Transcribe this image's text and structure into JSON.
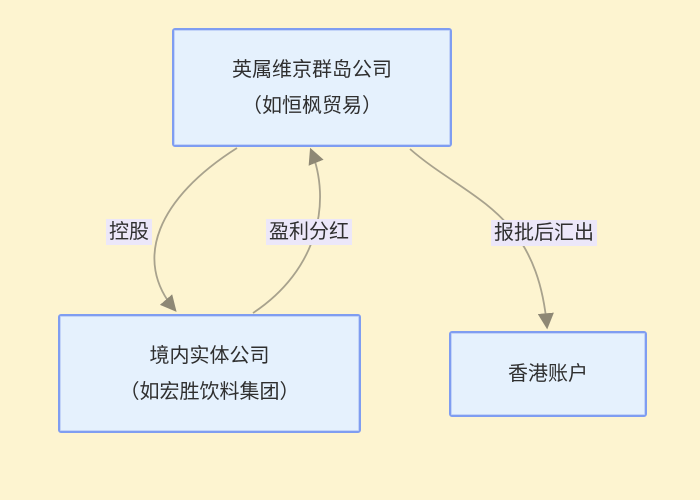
{
  "diagram": {
    "nodes": [
      {
        "id": "bvi-company",
        "line1": "英属维京群岛公司",
        "line2": "（如恒枫贸易）"
      },
      {
        "id": "domestic-company",
        "line1": "境内实体公司",
        "line2": "（如宏胜饮料集团）"
      },
      {
        "id": "hk-account",
        "line1": "香港账户"
      }
    ],
    "edges": [
      {
        "id": "holding",
        "from": "bvi-company",
        "to": "domestic-company",
        "label": "控股"
      },
      {
        "id": "dividend",
        "from": "domestic-company",
        "to": "bvi-company",
        "label": "盈利分红"
      },
      {
        "id": "remit",
        "from": "bvi-company",
        "to": "hk-account",
        "label": "报批后汇出"
      }
    ],
    "colors": {
      "background": "#fdf4d0",
      "node_fill": "#e5f1fd",
      "node_border": "#7f9df1",
      "edge_line": "#a8a28d",
      "arrowhead": "#8e8875",
      "edge_label_bg": "#ece7f9",
      "text": "#2f2f2f"
    }
  }
}
